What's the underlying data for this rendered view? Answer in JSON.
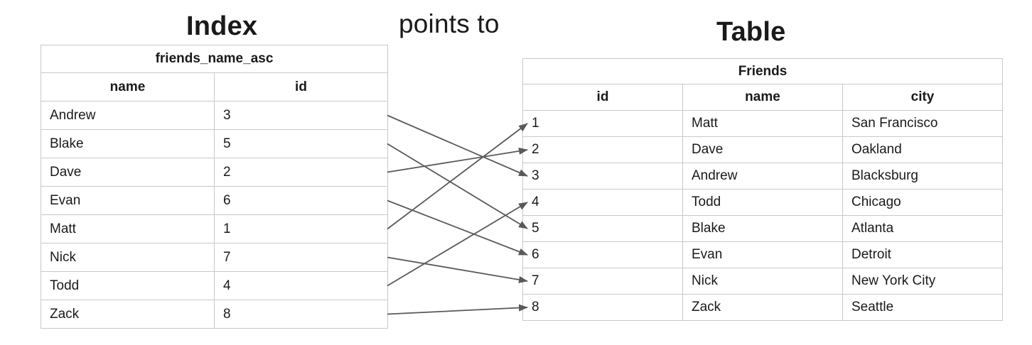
{
  "titles": {
    "index": "Index",
    "points_to": "points to",
    "table": "Table"
  },
  "index_table": {
    "title": "friends_name_asc",
    "columns": {
      "name": "name",
      "id": "id"
    },
    "rows": [
      {
        "name": "Andrew",
        "id": "3"
      },
      {
        "name": "Blake",
        "id": "5"
      },
      {
        "name": "Dave",
        "id": "2"
      },
      {
        "name": "Evan",
        "id": "6"
      },
      {
        "name": "Matt",
        "id": "1"
      },
      {
        "name": "Nick",
        "id": "7"
      },
      {
        "name": "Todd",
        "id": "4"
      },
      {
        "name": "Zack",
        "id": "8"
      }
    ]
  },
  "friends_table": {
    "title": "Friends",
    "columns": {
      "id": "id",
      "name": "name",
      "city": "city"
    },
    "rows": [
      {
        "id": "1",
        "name": "Matt",
        "city": "San Francisco"
      },
      {
        "id": "2",
        "name": "Dave",
        "city": "Oakland"
      },
      {
        "id": "3",
        "name": "Andrew",
        "city": "Blacksburg"
      },
      {
        "id": "4",
        "name": "Todd",
        "city": "Chicago"
      },
      {
        "id": "5",
        "name": "Blake",
        "city": "Atlanta"
      },
      {
        "id": "6",
        "name": "Evan",
        "city": "Detroit"
      },
      {
        "id": "7",
        "name": "Nick",
        "city": "New York City"
      },
      {
        "id": "8",
        "name": "Zack",
        "city": "Seattle"
      }
    ]
  },
  "arrows": [
    {
      "from_name": "Andrew",
      "to_id": "3"
    },
    {
      "from_name": "Blake",
      "to_id": "5"
    },
    {
      "from_name": "Dave",
      "to_id": "2"
    },
    {
      "from_name": "Evan",
      "to_id": "6"
    },
    {
      "from_name": "Matt",
      "to_id": "1"
    },
    {
      "from_name": "Nick",
      "to_id": "7"
    },
    {
      "from_name": "Todd",
      "to_id": "4"
    },
    {
      "from_name": "Zack",
      "to_id": "8"
    }
  ],
  "colors": {
    "arrow": "#595959",
    "border": "#c9c9c9",
    "text": "#1a1a1a"
  }
}
